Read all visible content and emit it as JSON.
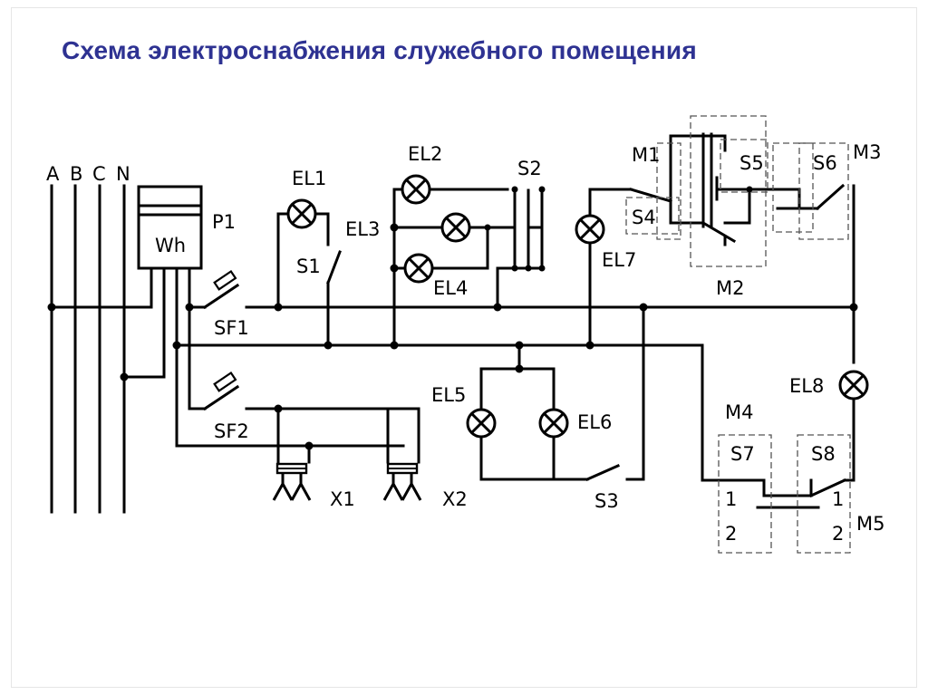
{
  "title": "Схема электроснабжения служебного помещения",
  "diagram": {
    "meter_symbol": "Wh",
    "labels": {
      "phase_a": "A",
      "phase_b": "B",
      "phase_c": "C",
      "neutral": "N",
      "p1": "P1",
      "sf1": "SF1",
      "sf2": "SF2",
      "el1": "EL1",
      "el2": "EL2",
      "el3": "EL3",
      "el4": "EL4",
      "el5": "EL5",
      "el6": "EL6",
      "el7": "EL7",
      "el8": "EL8",
      "s1": "S1",
      "s2": "S2",
      "s3": "S3",
      "s4": "S4",
      "s5": "S5",
      "s6": "S6",
      "s7": "S7",
      "s8": "S8",
      "m1": "M1",
      "m2": "M2",
      "m3": "M3",
      "m4": "M4",
      "m5": "M5",
      "x1": "X1",
      "x2": "X2",
      "s7_pos1": "1",
      "s7_pos2": "2",
      "s8_pos1": "1",
      "s8_pos2": "2"
    }
  }
}
